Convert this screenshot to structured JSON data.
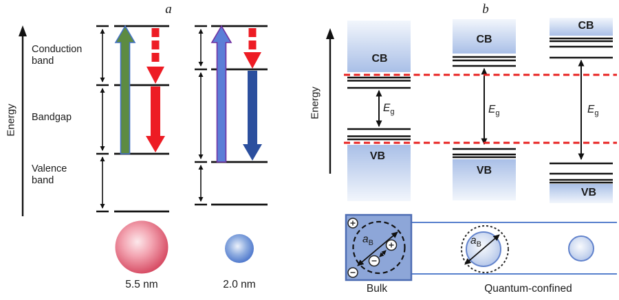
{
  "figure": {
    "panel_a": {
      "label": "a",
      "axis_label": "Energy",
      "band_labels": {
        "conduction": [
          "Conduction",
          "band"
        ],
        "bandgap": "Bandgap",
        "valence": [
          "Valence",
          "band"
        ]
      },
      "dots": [
        {
          "size_label": "5.5 nm",
          "color": "#d13a54"
        },
        {
          "size_label": "2.0 nm",
          "color": "#3a67c6"
        }
      ]
    },
    "panel_b": {
      "label": "b",
      "axis_label": "Energy",
      "cb_label": "CB",
      "vb_label": "VB",
      "eg_label": {
        "main": "E",
        "sub": "g"
      },
      "ab_label": {
        "main": "a",
        "sub": "B"
      },
      "bottom_labels": {
        "bulk": "Bulk",
        "quantum_confined": "Quantum-confined"
      },
      "icons": {
        "positive_charge": "+",
        "negative_charge": "−"
      }
    },
    "colors": {
      "excitation_green": "#5d8b42",
      "excitation_blue": "#5b7ed7",
      "emission_red": "#ed1c24",
      "emission_dark_blue": "#2b4f9e",
      "band_edge_dashed_red": "#e8201f",
      "band_block_blue": "#a9bfe7",
      "exciton_square_blue": "#8da6d8",
      "real_space_line_blue": "#567fcc"
    }
  }
}
